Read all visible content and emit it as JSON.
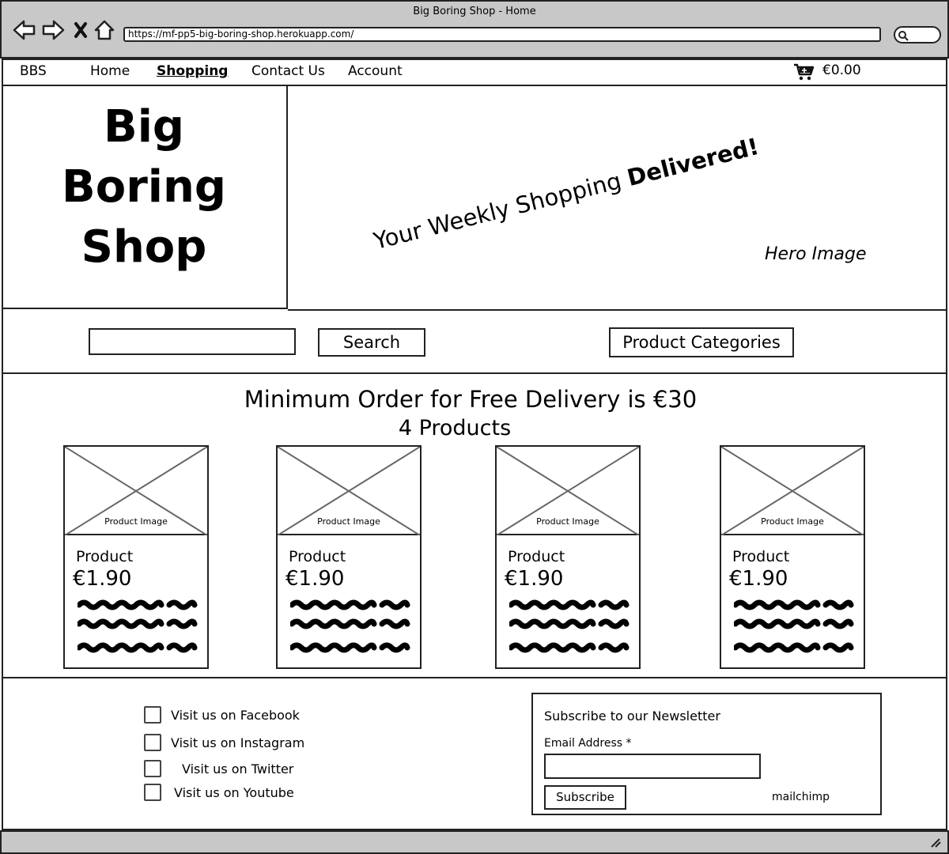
{
  "browser": {
    "window_title": "Big Boring Shop - Home",
    "url": "https://mf-pp5-big-boring-shop.herokuapp.com/"
  },
  "nav": {
    "brand": "BBS",
    "items": [
      "Home",
      "Shopping",
      "Contact Us",
      "Account"
    ],
    "active": "Shopping",
    "cart_total": "€0.00"
  },
  "hero": {
    "logo_lines": [
      "Big",
      "Boring",
      "Shop"
    ],
    "tagline_regular": "Your Weekly Shopping ",
    "tagline_bold": "Delivered!",
    "image_label": "Hero Image"
  },
  "search": {
    "value": "",
    "button": "Search",
    "categories_button": "Product Categories"
  },
  "main": {
    "promo": "Minimum Order for Free Delivery is €30",
    "product_count": "4 Products",
    "products": [
      {
        "image_label": "Product Image",
        "name": "Product",
        "price": "€1.90"
      },
      {
        "image_label": "Product Image",
        "name": "Product",
        "price": "€1.90"
      },
      {
        "image_label": "Product Image",
        "name": "Product",
        "price": "€1.90"
      },
      {
        "image_label": "Product Image",
        "name": "Product",
        "price": "€1.90"
      }
    ]
  },
  "footer": {
    "social": [
      "Visit us on Facebook",
      "Visit us on Instagram",
      "Visit us on Twitter",
      "Visit us on Youtube"
    ],
    "newsletter": {
      "title": "Subscribe to our Newsletter",
      "email_label": "Email Address *",
      "email_value": "",
      "button": "Subscribe",
      "provider": "mailchimp"
    }
  },
  "icons": {
    "back": "back-arrow-icon",
    "forward": "forward-arrow-icon",
    "stop": "close-icon",
    "home": "home-icon",
    "search": "search-icon",
    "cart": "cart-icon",
    "resize": "resize-grip-icon"
  }
}
